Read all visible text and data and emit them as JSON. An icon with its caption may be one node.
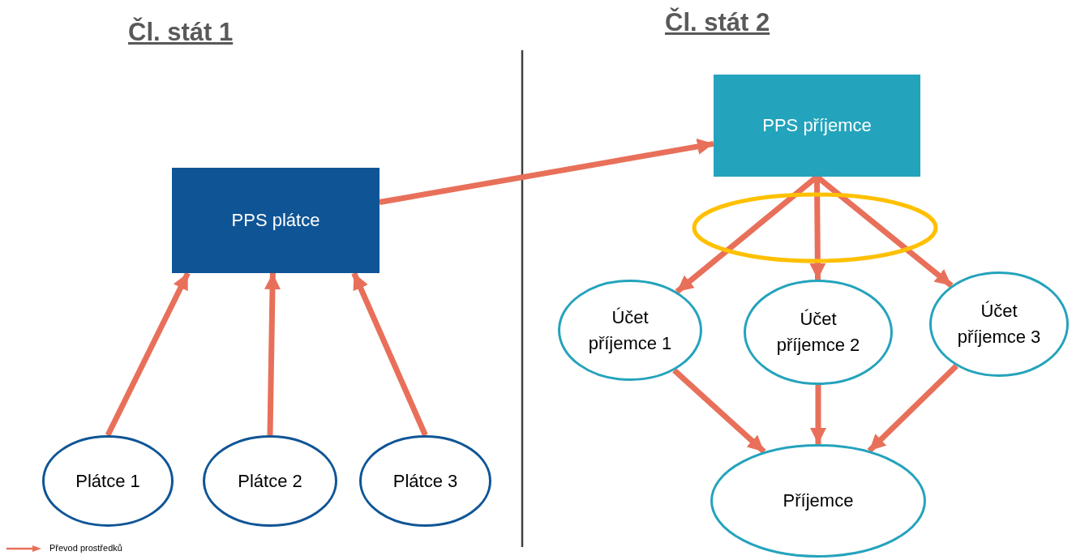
{
  "diagram": {
    "nodes": [
      {
        "text": [
          "PPS plátce"
        ]
      },
      {
        "text": [
          "Plátce 1"
        ]
      },
      {
        "text": [
          "Plátce 2"
        ]
      },
      {
        "text": [
          "Plátce 3"
        ]
      },
      {
        "text": [
          "PPS příjemce"
        ]
      },
      {
        "text": [
          "Účet příjemce 1"
        ]
      },
      {
        "text": [
          "Účet příjemce 2"
        ]
      },
      {
        "text": [
          "Účet příjemce 3"
        ]
      },
      {
        "text": [
          "Příjemce"
        ]
      }
    ],
    "edges": [
      {
        "from": 1,
        "to": 0,
        "arrow": "to"
      },
      {
        "from": 2,
        "to": 0,
        "arrow": "to"
      },
      {
        "from": 3,
        "to": 0,
        "arrow": "to"
      },
      {
        "from": 0,
        "to": 4,
        "arrow": "to"
      },
      {
        "from": 4,
        "to": 5,
        "arrow": "to"
      },
      {
        "from": 4,
        "to": 6,
        "arrow": "to"
      },
      {
        "from": 4,
        "to": 7,
        "arrow": "to"
      },
      {
        "from": 5,
        "to": 8,
        "arrow": "to"
      },
      {
        "from": 6,
        "to": 8,
        "arrow": "to"
      },
      {
        "from": 7,
        "to": 8,
        "arrow": "to"
      }
    ],
    "labels": [
      "Čl. stát 1",
      "Čl. stát 2"
    ],
    "legend": [
      {
        "text": "Převod prostředků"
      }
    ]
  }
}
